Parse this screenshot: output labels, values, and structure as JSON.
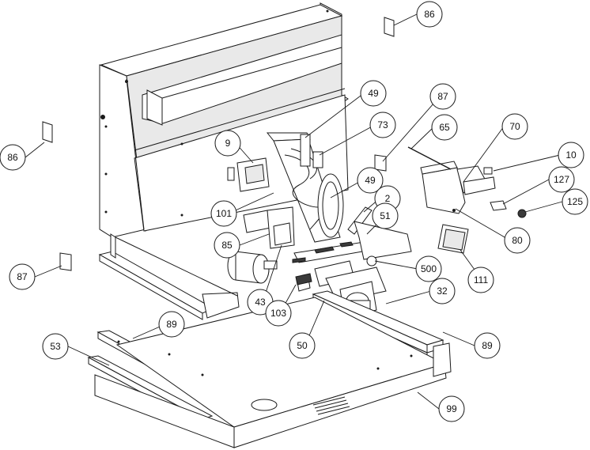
{
  "callouts": [
    {
      "id": "c86a",
      "label": "86",
      "icon": "plate-part-icon"
    },
    {
      "id": "c86b",
      "label": "86",
      "icon": "plate-part-icon"
    },
    {
      "id": "c87a",
      "label": "87",
      "icon": "plate-part-icon"
    },
    {
      "id": "c87b",
      "label": "87",
      "icon": "plate-part-icon"
    },
    {
      "id": "c49a",
      "label": "49"
    },
    {
      "id": "c73",
      "label": "73"
    },
    {
      "id": "c65",
      "label": "65"
    },
    {
      "id": "c70",
      "label": "70"
    },
    {
      "id": "c10",
      "label": "10"
    },
    {
      "id": "c9",
      "label": "9"
    },
    {
      "id": "c127",
      "label": "127"
    },
    {
      "id": "c125",
      "label": "125"
    },
    {
      "id": "c49b",
      "label": "49"
    },
    {
      "id": "c2",
      "label": "2"
    },
    {
      "id": "c101",
      "label": "101"
    },
    {
      "id": "c51",
      "label": "51"
    },
    {
      "id": "c80",
      "label": "80"
    },
    {
      "id": "c85",
      "label": "85"
    },
    {
      "id": "c500",
      "label": "500"
    },
    {
      "id": "c111",
      "label": "111"
    },
    {
      "id": "c43",
      "label": "43"
    },
    {
      "id": "c32",
      "label": "32"
    },
    {
      "id": "c103",
      "label": "103"
    },
    {
      "id": "c89a",
      "label": "89"
    },
    {
      "id": "c89b",
      "label": "89"
    },
    {
      "id": "c53",
      "label": "53"
    },
    {
      "id": "c50",
      "label": "50"
    },
    {
      "id": "c99",
      "label": "99"
    }
  ]
}
